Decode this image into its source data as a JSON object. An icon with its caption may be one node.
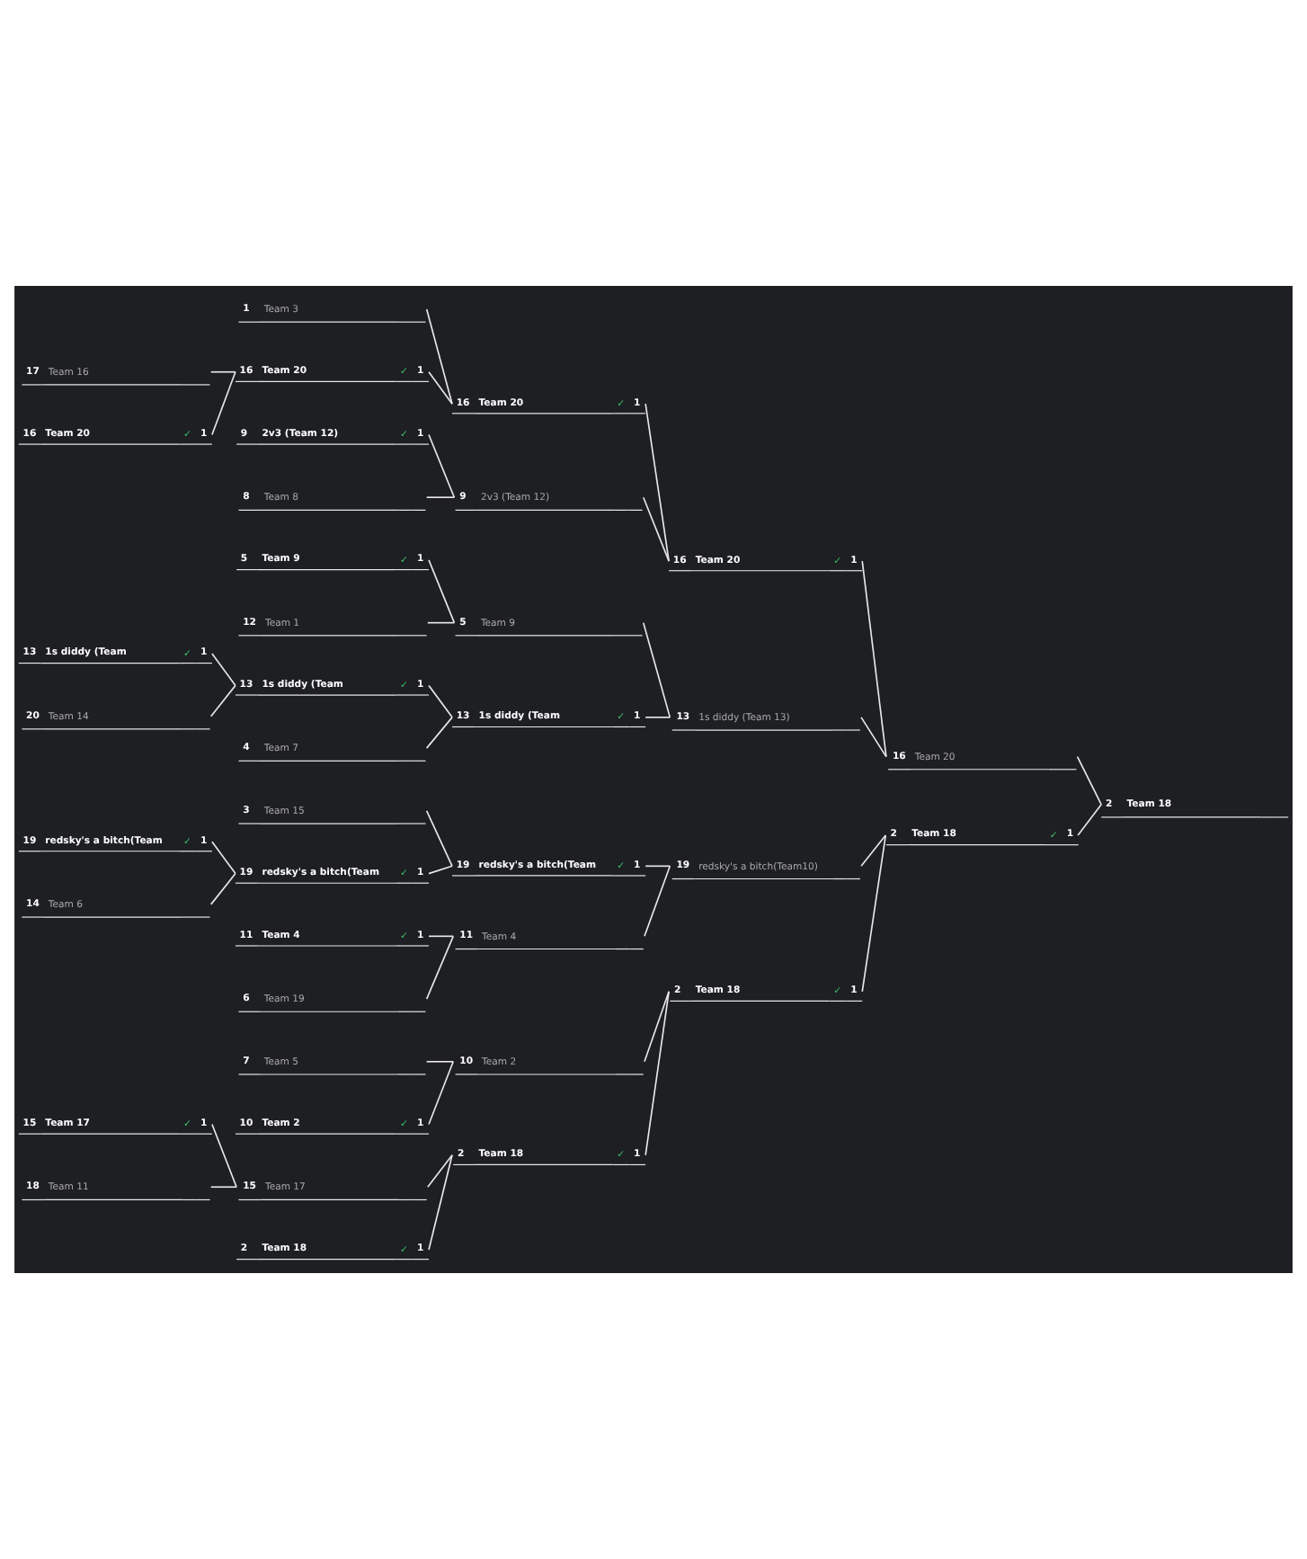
{
  "diagram": {
    "nodes": [
      {
        "text": [
          "17",
          "Team 16"
        ]
      },
      {
        "text": [
          "16",
          "Team 20",
          "✓",
          "1"
        ]
      },
      {
        "text": [
          "13",
          "1s diddy (Team",
          "✓",
          "1"
        ]
      },
      {
        "text": [
          "20",
          "Team 14"
        ]
      },
      {
        "text": [
          "19",
          "redsky's a bitch(Team",
          "✓",
          "1"
        ]
      },
      {
        "text": [
          "14",
          "Team 6"
        ]
      },
      {
        "text": [
          "15",
          "Team 17",
          "✓",
          "1"
        ]
      },
      {
        "text": [
          "18",
          "Team 11"
        ]
      },
      {
        "text": [
          "1",
          "Team 3"
        ]
      },
      {
        "text": [
          "16",
          "Team 20",
          "✓",
          "1"
        ]
      },
      {
        "text": [
          "9",
          "2v3 (Team 12)",
          "✓",
          "1"
        ]
      },
      {
        "text": [
          "8",
          "Team 8"
        ]
      },
      {
        "text": [
          "5",
          "Team 9",
          "✓",
          "1"
        ]
      },
      {
        "text": [
          "12",
          "Team 1"
        ]
      },
      {
        "text": [
          "13",
          "1s diddy (Team",
          "✓",
          "1"
        ]
      },
      {
        "text": [
          "4",
          "Team 7"
        ]
      },
      {
        "text": [
          "3",
          "Team 15"
        ]
      },
      {
        "text": [
          "19",
          "redsky's a bitch(Team",
          "✓",
          "1"
        ]
      },
      {
        "text": [
          "11",
          "Team 4",
          "✓",
          "1"
        ]
      },
      {
        "text": [
          "6",
          "Team 19"
        ]
      },
      {
        "text": [
          "7",
          "Team 5"
        ]
      },
      {
        "text": [
          "10",
          "Team 2",
          "✓",
          "1"
        ]
      },
      {
        "text": [
          "15",
          "Team 17"
        ]
      },
      {
        "text": [
          "2",
          "Team 18",
          "✓",
          "1"
        ]
      },
      {
        "text": [
          "16",
          "Team 20",
          "✓",
          "1"
        ]
      },
      {
        "text": [
          "9",
          "2v3 (Team 12)"
        ]
      },
      {
        "text": [
          "5",
          "Team 9"
        ]
      },
      {
        "text": [
          "13",
          "1s diddy (Team",
          "✓",
          "1"
        ]
      },
      {
        "text": [
          "19",
          "redsky's a bitch(Team",
          "✓",
          "1"
        ]
      },
      {
        "text": [
          "11",
          "Team 4"
        ]
      },
      {
        "text": [
          "10",
          "Team 2"
        ]
      },
      {
        "text": [
          "2",
          "Team 18",
          "✓",
          "1"
        ]
      },
      {
        "text": [
          "16",
          "Team 20",
          "✓",
          "1"
        ]
      },
      {
        "text": [
          "13",
          "1s diddy (Team 13)"
        ]
      },
      {
        "text": [
          "19",
          "redsky's a bitch(Team10)"
        ]
      },
      {
        "text": [
          "2",
          "Team 18",
          "✓",
          "1"
        ]
      },
      {
        "text": [
          "16",
          "Team 20"
        ]
      },
      {
        "text": [
          "2",
          "Team 18",
          "✓",
          "1"
        ]
      },
      {
        "text": [
          "2",
          "Team 18"
        ]
      }
    ],
    "edges": [
      {
        "from": 0,
        "to": 9,
        "arrow": "none"
      },
      {
        "from": 1,
        "to": 9,
        "arrow": "none"
      },
      {
        "from": 2,
        "to": 14,
        "arrow": "none"
      },
      {
        "from": 3,
        "to": 14,
        "arrow": "none"
      },
      {
        "from": 4,
        "to": 17,
        "arrow": "none"
      },
      {
        "from": 5,
        "to": 17,
        "arrow": "none"
      },
      {
        "from": 6,
        "to": 22,
        "arrow": "none"
      },
      {
        "from": 7,
        "to": 22,
        "arrow": "none"
      },
      {
        "from": 8,
        "to": 24,
        "arrow": "none"
      },
      {
        "from": 9,
        "to": 24,
        "arrow": "none"
      },
      {
        "from": 10,
        "to": 25,
        "arrow": "none"
      },
      {
        "from": 11,
        "to": 25,
        "arrow": "none"
      },
      {
        "from": 12,
        "to": 26,
        "arrow": "none"
      },
      {
        "from": 13,
        "to": 26,
        "arrow": "none"
      },
      {
        "from": 14,
        "to": 27,
        "arrow": "none"
      },
      {
        "from": 15,
        "to": 27,
        "arrow": "none"
      },
      {
        "from": 16,
        "to": 28,
        "arrow": "none"
      },
      {
        "from": 17,
        "to": 28,
        "arrow": "none"
      },
      {
        "from": 18,
        "to": 29,
        "arrow": "none"
      },
      {
        "from": 19,
        "to": 29,
        "arrow": "none"
      },
      {
        "from": 20,
        "to": 30,
        "arrow": "none"
      },
      {
        "from": 21,
        "to": 30,
        "arrow": "none"
      },
      {
        "from": 22,
        "to": 31,
        "arrow": "none"
      },
      {
        "from": 23,
        "to": 31,
        "arrow": "none"
      },
      {
        "from": 24,
        "to": 32,
        "arrow": "none"
      },
      {
        "from": 25,
        "to": 32,
        "arrow": "none"
      },
      {
        "from": 26,
        "to": 33,
        "arrow": "none"
      },
      {
        "from": 27,
        "to": 33,
        "arrow": "none"
      },
      {
        "from": 28,
        "to": 34,
        "arrow": "none"
      },
      {
        "from": 29,
        "to": 34,
        "arrow": "none"
      },
      {
        "from": 30,
        "to": 35,
        "arrow": "none"
      },
      {
        "from": 31,
        "to": 35,
        "arrow": "none"
      },
      {
        "from": 32,
        "to": 36,
        "arrow": "none"
      },
      {
        "from": 33,
        "to": 36,
        "arrow": "none"
      },
      {
        "from": 34,
        "to": 37,
        "arrow": "none"
      },
      {
        "from": 35,
        "to": 37,
        "arrow": "none"
      },
      {
        "from": 36,
        "to": 38,
        "arrow": "none"
      },
      {
        "from": 37,
        "to": 38,
        "arrow": "none"
      }
    ]
  }
}
